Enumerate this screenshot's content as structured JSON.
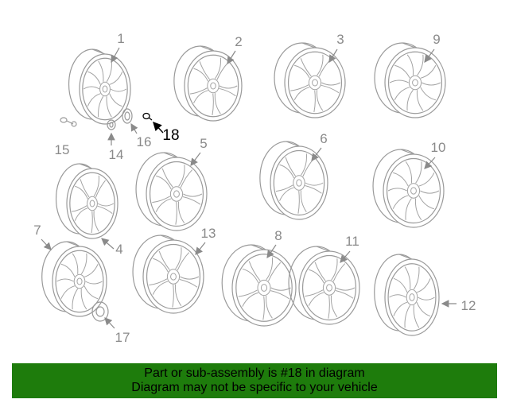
{
  "diagram": {
    "callouts": [
      "1",
      "2",
      "3",
      "9",
      "18",
      "15",
      "14",
      "16",
      "5",
      "6",
      "10",
      "4",
      "7",
      "13",
      "8",
      "11",
      "12",
      "17"
    ],
    "highlighted": "18"
  },
  "banner": {
    "line1": "Part or sub-assembly is #18 in diagram",
    "line2": "Diagram may not be specific to your vehicle",
    "background": "#1e7c0c"
  },
  "colors": {
    "line_art": "#9a9a9a",
    "highlight": "#000000"
  }
}
